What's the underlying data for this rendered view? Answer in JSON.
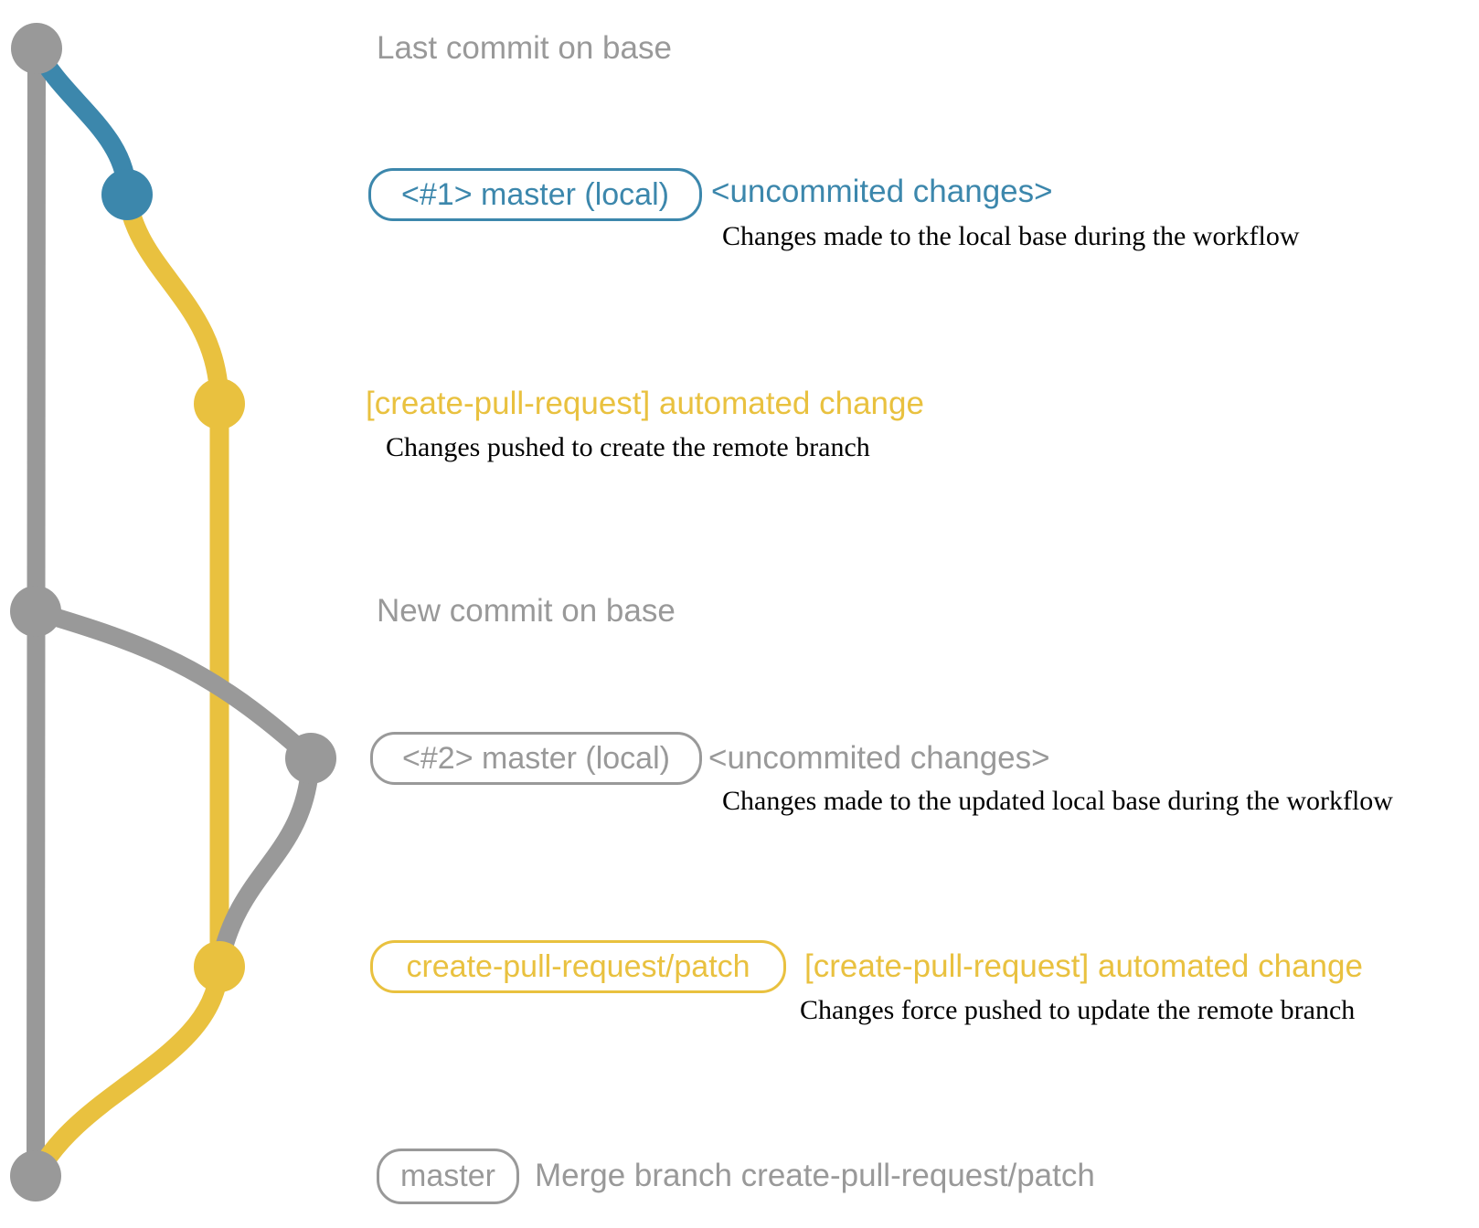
{
  "palette": {
    "gray": "#999999",
    "blue": "#3c87ac",
    "yellow": "#e9c13f",
    "description_text": "#000000",
    "background": "#ffffff"
  },
  "graph": {
    "branches": [
      {
        "name": "base-branch",
        "color": "#999999"
      },
      {
        "name": "local-master-1",
        "color": "#3c87ac"
      },
      {
        "name": "create-pull-request-patch",
        "color": "#e9c13f"
      },
      {
        "name": "local-master-2",
        "color": "#999999"
      }
    ],
    "commits": [
      {
        "name": "last-commit-on-base",
        "color": "#999999"
      },
      {
        "name": "local-commit-1",
        "color": "#3c87ac"
      },
      {
        "name": "patch-commit-1",
        "color": "#e9c13f"
      },
      {
        "name": "new-commit-on-base",
        "color": "#999999"
      },
      {
        "name": "local-commit-2",
        "color": "#999999"
      },
      {
        "name": "patch-commit-2",
        "color": "#e9c13f"
      },
      {
        "name": "merge-commit",
        "color": "#999999"
      }
    ]
  },
  "annotations": {
    "row1": {
      "text": "Last commit on base"
    },
    "row2": {
      "badge": "<#1> master (local)",
      "title": "<uncommited changes>",
      "desc": "Changes made to the local base during the workflow"
    },
    "row3": {
      "title": "[create-pull-request] automated change",
      "desc": "Changes pushed to create the remote branch"
    },
    "row4": {
      "text": "New commit on base"
    },
    "row5": {
      "badge": "<#2> master (local)",
      "title": "<uncommited changes>",
      "desc": "Changes made to the updated local base during the workflow"
    },
    "row6": {
      "badge": "create-pull-request/patch",
      "title": "[create-pull-request] automated change",
      "desc": "Changes force pushed to update the remote branch"
    },
    "row7": {
      "badge": "master",
      "title": "Merge branch create-pull-request/patch"
    }
  }
}
